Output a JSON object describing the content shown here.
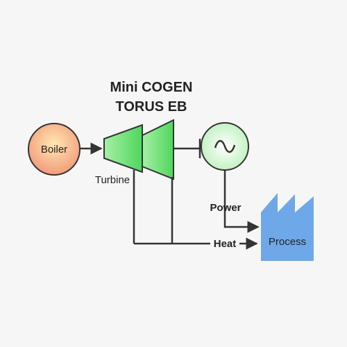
{
  "diagram": {
    "title_line1": "Mini COGEN",
    "title_line2": "TORUS EB",
    "nodes": {
      "boiler": "Boiler",
      "turbine": "Turbine",
      "generator": "generator-symbol-icon",
      "process": "Process"
    },
    "edges": {
      "power": "Power",
      "heat": "Heat"
    },
    "colors": {
      "boiler_center": "#ffe6a8",
      "boiler_edge": "#f09a7a",
      "turbine": "#6fe07a",
      "generator": "#c8f5c8",
      "process": "#6fa8e8",
      "line": "#333333"
    }
  }
}
